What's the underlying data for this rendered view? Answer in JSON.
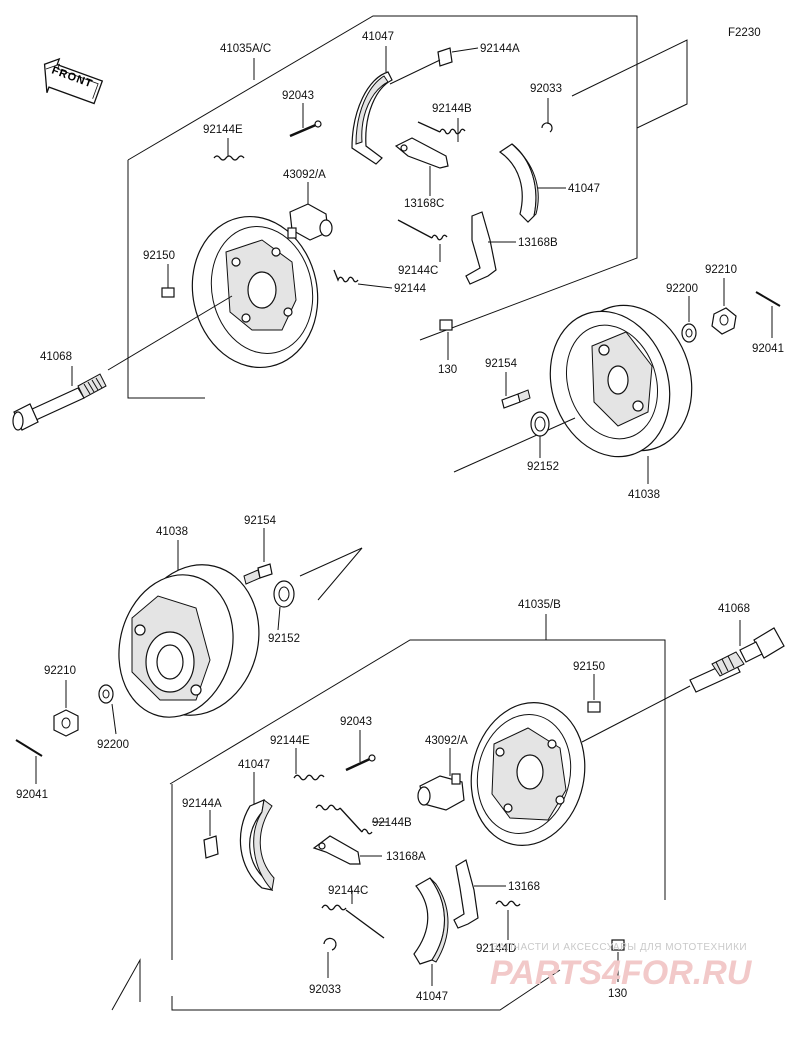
{
  "figure_code": "F2230",
  "front_label": "FRONT",
  "watermark": {
    "tagline": "ЗАПЧАСТИ И АКСЕССУАРЫ ДЛЯ МОТОТЕХНИКИ",
    "brand": "PARTS4FOR.RU"
  },
  "top_group": {
    "assembly": "41035A/C",
    "labels": {
      "shoe_top": "41047",
      "clip_a": "92144A",
      "pin": "92043",
      "spring_b": "92144B",
      "circlip": "92033",
      "spring_e": "92144E",
      "cylinder": "43092/A",
      "lever_c": "13168C",
      "shoe_right": "41047",
      "lever_b": "13168B",
      "bolt_panel": "92150",
      "spring_c": "92144C",
      "spring": "92144",
      "bolt_130": "130",
      "axle": "41068",
      "washer": "92200",
      "nut": "92210",
      "cotter": "92041",
      "stud": "92154",
      "seal": "92152",
      "drum": "41038"
    }
  },
  "bottom_group": {
    "assembly": "41035/B",
    "labels": {
      "drum": "41038",
      "stud": "92154",
      "seal": "92152",
      "nut": "92210",
      "washer": "92200",
      "cotter": "92041",
      "axle": "41068",
      "bolt_panel": "92150",
      "pin": "92043",
      "spring_e": "92144E",
      "cylinder": "43092/A",
      "shoe_left": "41047",
      "clip_a": "92144A",
      "spring_b": "92144B",
      "lever_a": "13168A",
      "spring_c": "92144C",
      "lever": "13168",
      "spring_d": "92144D",
      "circlip": "92033",
      "shoe_bottom": "41047",
      "bolt_130": "130"
    }
  }
}
